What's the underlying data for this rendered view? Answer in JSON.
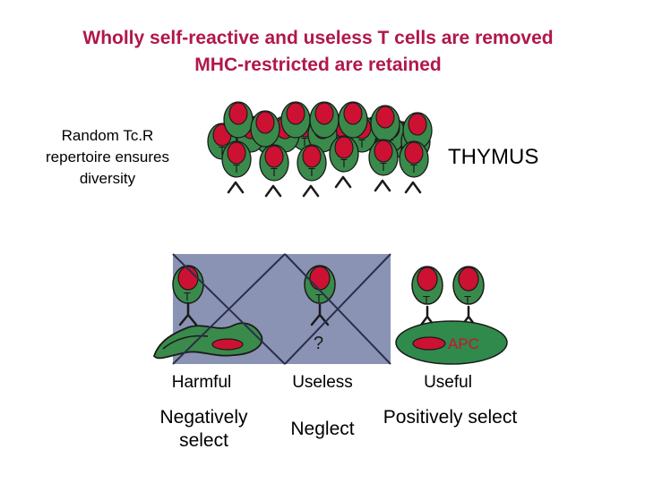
{
  "title": {
    "line1": "Wholly self-reactive and useless T cells are removed",
    "line2": "MHC-restricted are retained"
  },
  "repertoire_text": "Random Tc.R repertoire ensures diversity",
  "thymus_label": "THYMUS",
  "cell_letter": "T",
  "unknown_mark": "?",
  "apc_label": "APC",
  "categories": {
    "harmful": "Harmful",
    "useless": "Useless",
    "useful": "Useful"
  },
  "actions": {
    "negative": "Negatively select",
    "neglect": "Neglect",
    "positive": "Positively select"
  },
  "colors": {
    "title": "#b0184a",
    "cell_body": "#3a8a4c",
    "nucleus": "#cc1133",
    "panel": "#8a93b4",
    "apc": "#2f8a4c",
    "apc_text": "#cc1133"
  }
}
